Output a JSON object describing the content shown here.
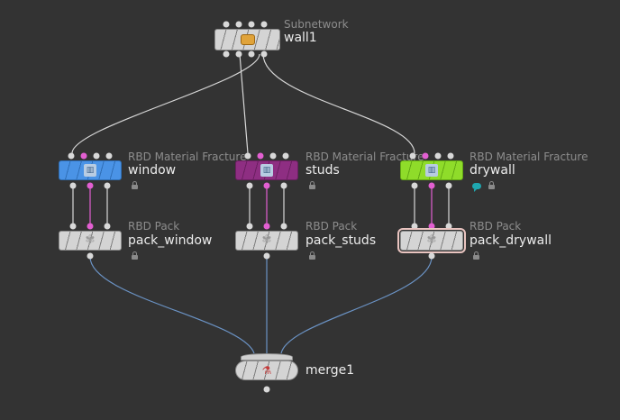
{
  "network": {
    "nodes": [
      {
        "id": "wall1",
        "type_label": "Subnetwork",
        "name": "wall1",
        "icon": "subnetwork-icon"
      },
      {
        "id": "window",
        "type_label": "RBD Material Fracture",
        "name": "window",
        "icon": "fracture-icon",
        "color": "#4a93e6"
      },
      {
        "id": "studs",
        "type_label": "RBD Material Fracture",
        "name": "studs",
        "icon": "fracture-icon",
        "color": "#8e2e82"
      },
      {
        "id": "drywall",
        "type_label": "RBD Material Fracture",
        "name": "drywall",
        "icon": "fracture-icon",
        "color": "#8fdc2a"
      },
      {
        "id": "pack_window",
        "type_label": "RBD Pack",
        "name": "pack_window",
        "icon": "pack-icon"
      },
      {
        "id": "pack_studs",
        "type_label": "RBD Pack",
        "name": "pack_studs",
        "icon": "pack-icon"
      },
      {
        "id": "pack_drywall",
        "type_label": "RBD Pack",
        "name": "pack_drywall",
        "icon": "pack-icon",
        "selected": true
      },
      {
        "id": "merge1",
        "type_label": "",
        "name": "merge1",
        "icon": "merge-icon"
      }
    ],
    "colors": {
      "background": "#333333",
      "wire_white": "#d8d8d8",
      "wire_blue": "#6b93c5",
      "port_pink": "#e25fd1"
    }
  }
}
